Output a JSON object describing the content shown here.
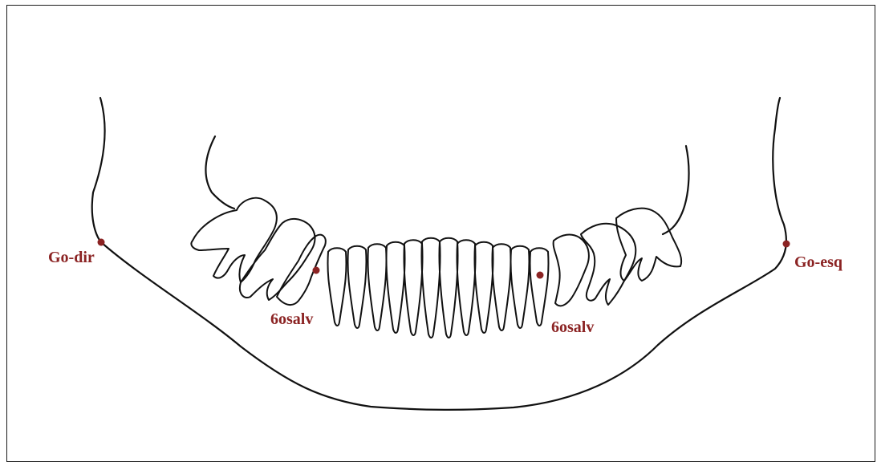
{
  "diagram": {
    "accent_color": "#8b2323",
    "landmarks": [
      {
        "id": "go-dir",
        "label": "Go-dir"
      },
      {
        "id": "6osalv-dir",
        "label": "6osalv"
      },
      {
        "id": "6osalv-esq",
        "label": "6osalv"
      },
      {
        "id": "go-esq",
        "label": "Go-esq"
      }
    ]
  }
}
